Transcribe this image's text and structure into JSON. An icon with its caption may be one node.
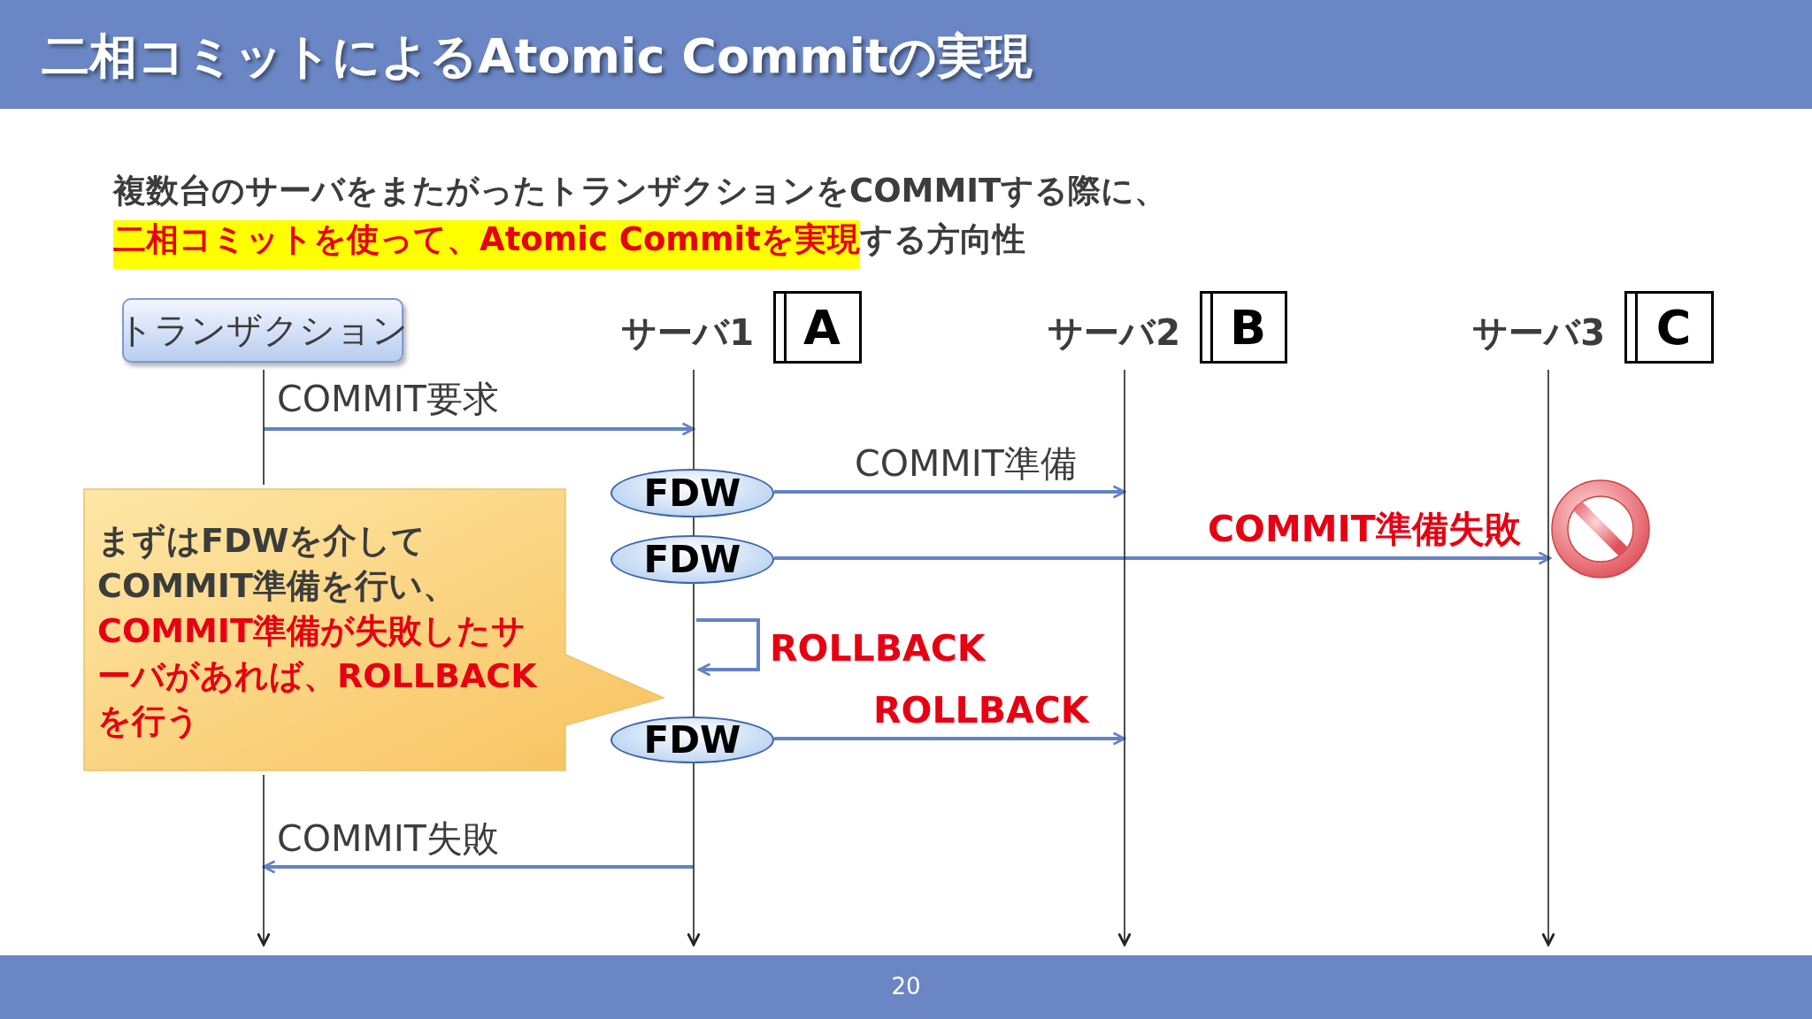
{
  "diagram": {
    "title": "二相コミットによるAtomic Commitの実現",
    "nodes": [
      {
        "text": [
          "トランザクション"
        ]
      },
      {
        "text": [
          "A"
        ],
        "beside": [
          "サーバ1"
        ]
      },
      {
        "text": [
          "B"
        ],
        "beside": [
          "サーバ2"
        ]
      },
      {
        "text": [
          "C"
        ],
        "beside": [
          "サーバ3"
        ]
      },
      {
        "text": [],
        "shape": "line"
      },
      {
        "text": [],
        "shape": "line"
      },
      {
        "text": [],
        "shape": "line"
      },
      {
        "text": [],
        "shape": "line"
      },
      {
        "text": [
          "まずはFDWを介してCOMMIT準備を行い、",
          "COMMIT準備が失敗したサーバがあれば、ROLLBACKを行う"
        ]
      },
      {
        "text": [
          "FDW"
        ]
      },
      {
        "text": [
          "FDW"
        ]
      },
      {
        "text": [],
        "shape": "circle"
      },
      {
        "text": [
          "FDW"
        ]
      },
      {
        "text": [],
        "shape": "line"
      }
    ],
    "edges": [
      {
        "from": 4,
        "to": 5,
        "arrow": "to",
        "label": "COMMIT要求"
      },
      {
        "from": 9,
        "to": 6,
        "arrow": "to",
        "label": "COMMIT準備"
      },
      {
        "from": 10,
        "to": 11,
        "arrow": "to",
        "label": "COMMIT準備失敗"
      },
      {
        "from": 5,
        "to": 5,
        "arrow": "to",
        "label": "ROLLBACK"
      },
      {
        "from": 12,
        "to": 6,
        "arrow": "to",
        "label": "ROLLBACK"
      },
      {
        "from": 5,
        "to": 13,
        "arrow": "to",
        "label": "COMMIT失敗"
      }
    ],
    "labels": [
      "複数台のサーバをまたがったトランザクションをCOMMITする際に、**二相コミットを使って、Atomic Commitを実現**する方向性",
      "20"
    ]
  }
}
